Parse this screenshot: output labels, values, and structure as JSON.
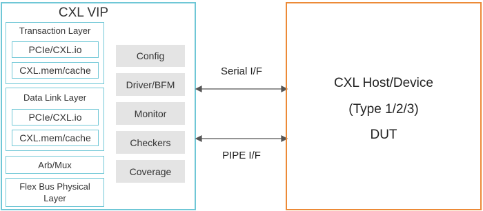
{
  "vip": {
    "title": "CXL VIP",
    "transaction_layer": {
      "title": "Transaction Layer",
      "items": [
        "PCIe/CXL.io",
        "CXL.mem/cache"
      ]
    },
    "data_link_layer": {
      "title": "Data Link Layer",
      "items": [
        "PCIe/CXL.io",
        "CXL.mem/cache"
      ]
    },
    "arb_mux": "Arb/Mux",
    "flex_bus": [
      "Flex Bus Physical",
      "Layer"
    ],
    "modules": [
      "Config",
      "Driver/BFM",
      "Monitor",
      "Checkers",
      "Coverage"
    ]
  },
  "interfaces": {
    "serial": "Serial I/F",
    "pipe": "PIPE I/F"
  },
  "dut": {
    "lines": [
      "CXL Host/Device",
      "(Type 1/2/3)",
      "DUT"
    ]
  },
  "colors": {
    "vip_border": "#6fc7d6",
    "dut_border": "#ec8a37",
    "module_fill": "#e4e4e4",
    "arrow": "#555555"
  }
}
